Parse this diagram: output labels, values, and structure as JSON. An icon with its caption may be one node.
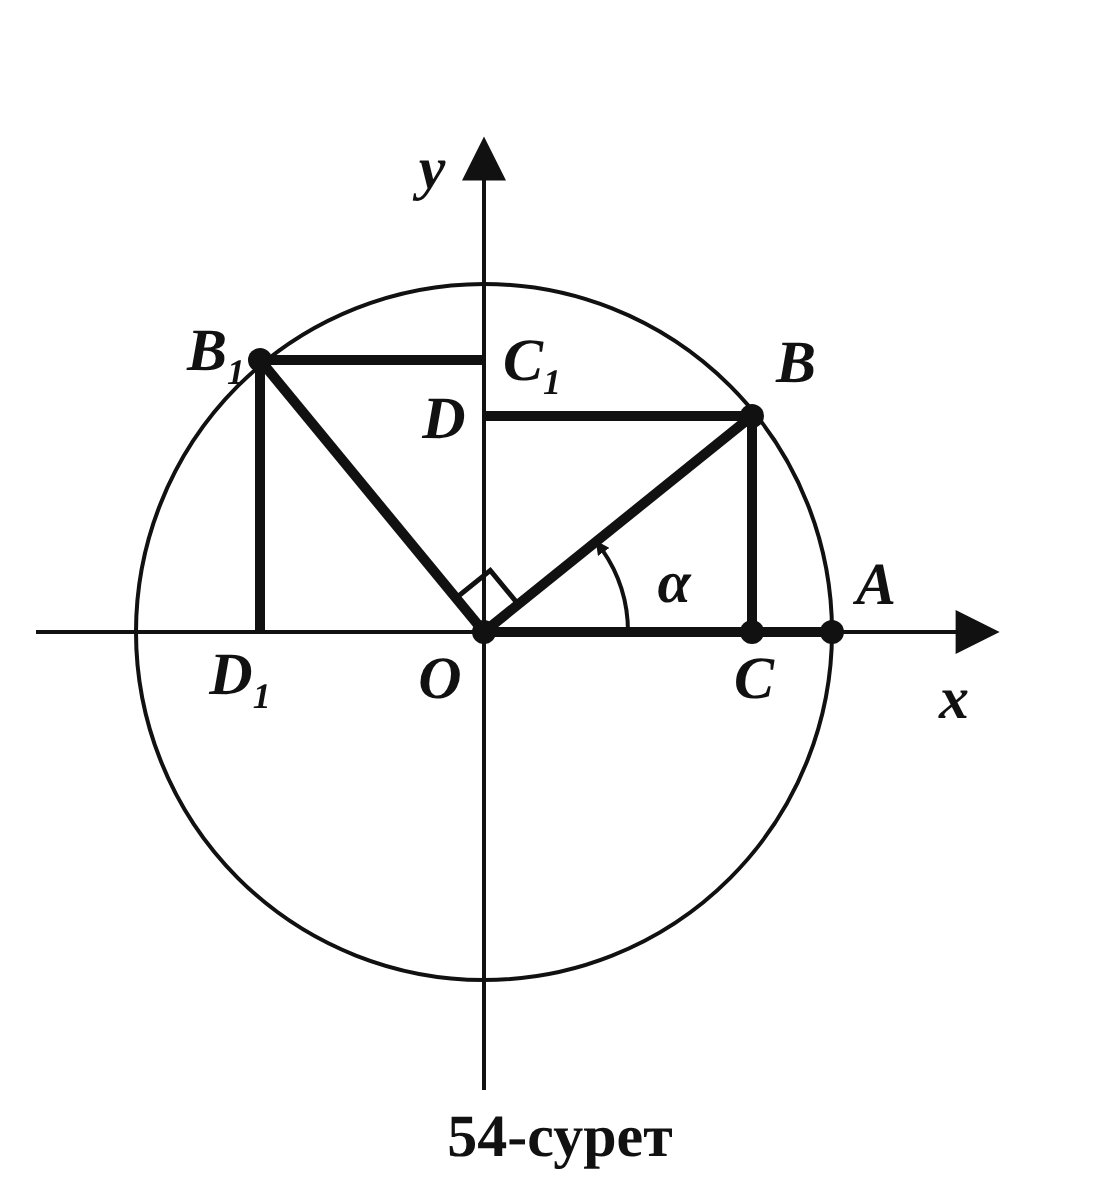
{
  "diagram": {
    "caption": "54-сурет",
    "labels": [
      "y",
      "B$_{1}$",
      "C$_{1}$",
      "D",
      "B",
      "α",
      "A",
      "D$_{1}$",
      "O",
      "C",
      "x"
    ]
  }
}
